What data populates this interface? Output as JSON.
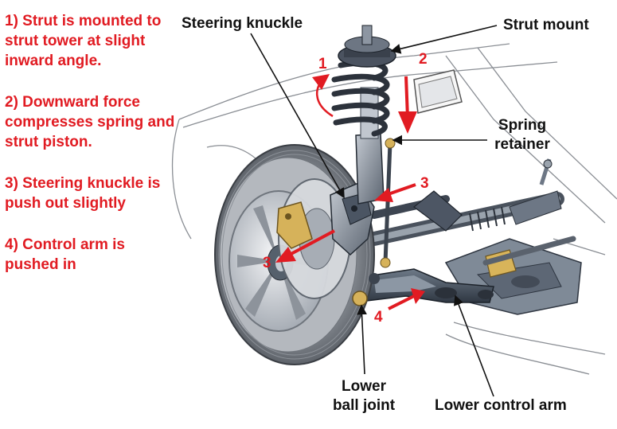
{
  "steps": [
    "1) Strut is mounted to strut tower at slight inward angle.",
    "2) Downward force compresses spring and strut piston.",
    "3) Steering knuckle is push out slightly",
    "4) Control arm is pushed in"
  ],
  "callouts": {
    "steering_knuckle": "Steering knuckle",
    "strut_mount": "Strut mount",
    "spring_retainer_line1": "Spring",
    "spring_retainer_line2": "retainer",
    "lower_ball_joint_line1": "Lower",
    "lower_ball_joint_line2": "ball joint",
    "lower_control_arm": "Lower control arm"
  },
  "markers": {
    "one": "1",
    "two": "2",
    "three_knuckle": "3",
    "three_wheel": "3",
    "four": "4"
  },
  "colors": {
    "accent_red": "#e11b22",
    "label_black": "#111111",
    "metal_gray": "#9aa3ad",
    "dark_metal": "#3c4450",
    "tire": "#7b8088"
  }
}
